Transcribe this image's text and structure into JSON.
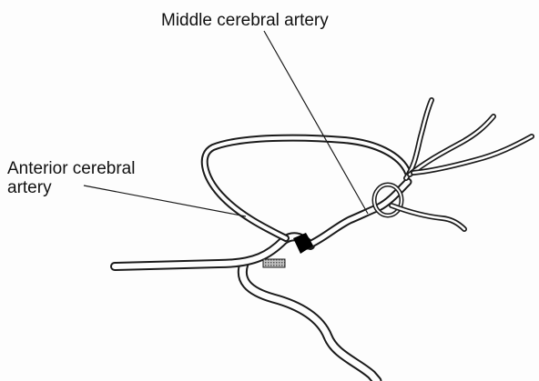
{
  "labels": {
    "middle_cerebral_artery": "Middle cerebral artery",
    "anterior_cerebral_artery_line1": "Anterior cerebral",
    "anterior_cerebral_artery_line2": "artery"
  },
  "colors": {
    "background": "#fdfdfd",
    "ink": "#1a1a1a",
    "occluded_segment": "#000000",
    "stippled_segment": "#9a9a9a"
  }
}
